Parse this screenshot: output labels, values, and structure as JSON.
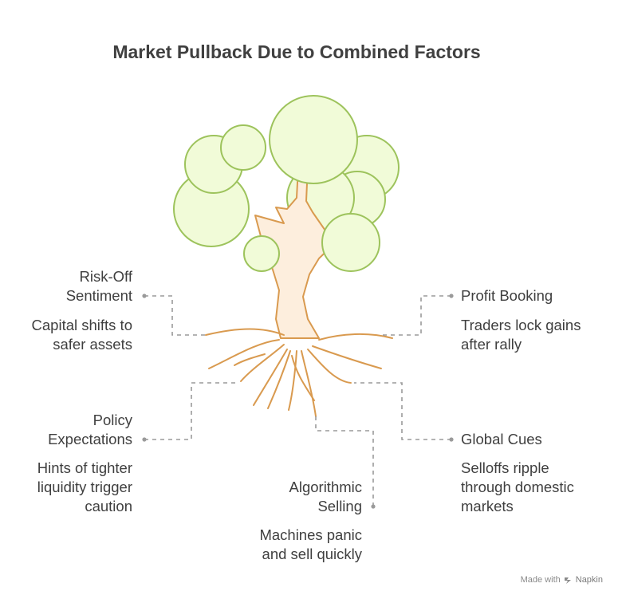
{
  "title": "Market Pullback Due to Combined Factors",
  "factors": [
    {
      "id": "risk-off",
      "heading": "Risk-Off\nSentiment",
      "description": "Capital shifts to\nsafer assets"
    },
    {
      "id": "profit-booking",
      "heading": "Profit Booking",
      "description": "Traders lock gains\nafter rally"
    },
    {
      "id": "policy",
      "heading": "Policy\nExpectations",
      "description": "Hints of tighter\nliquidity trigger\ncaution"
    },
    {
      "id": "global-cues",
      "heading": "Global Cues",
      "description": "Selloffs ripple\nthrough domestic\nmarkets"
    },
    {
      "id": "algorithmic",
      "heading": "Algorithmic\nSelling",
      "description": "Machines panic\nand sell quickly"
    }
  ],
  "footer": {
    "prefix": "Made with",
    "brand": "Napkin"
  },
  "colors": {
    "foliage_fill": "#f1fbd8",
    "foliage_stroke": "#9dc35c",
    "trunk_fill": "#fdeedd",
    "trunk_stroke": "#d99a4f",
    "connector": "#9a9a9a"
  }
}
